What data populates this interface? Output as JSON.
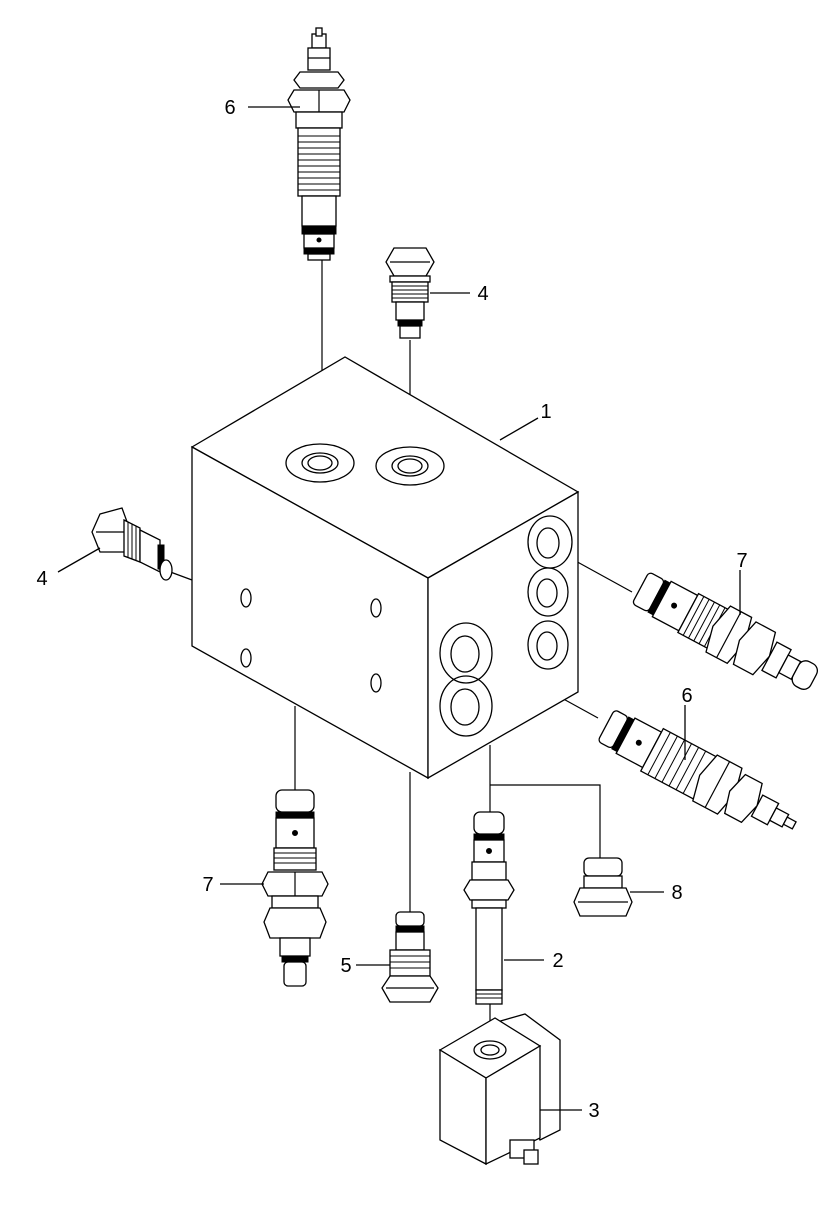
{
  "callouts": {
    "c1": "1",
    "c2": "2",
    "c3": "3",
    "c4_top": "4",
    "c4_left": "4",
    "c5": "5",
    "c6_top": "6",
    "c6_right": "6",
    "c7_right": "7",
    "c7_left": "7",
    "c8": "8"
  },
  "colors": {
    "line": "#000000",
    "background": "#ffffff"
  }
}
